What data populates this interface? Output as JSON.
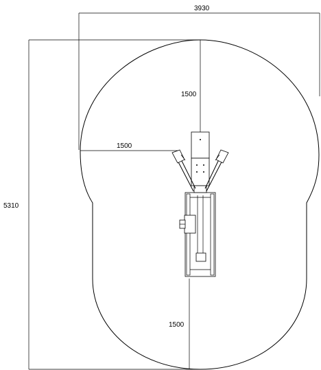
{
  "dimensions": {
    "overall_width": "3930",
    "overall_length": "5310",
    "front_clearance": "1500",
    "side_clearance": "1500",
    "rear_clearance": "1500"
  }
}
